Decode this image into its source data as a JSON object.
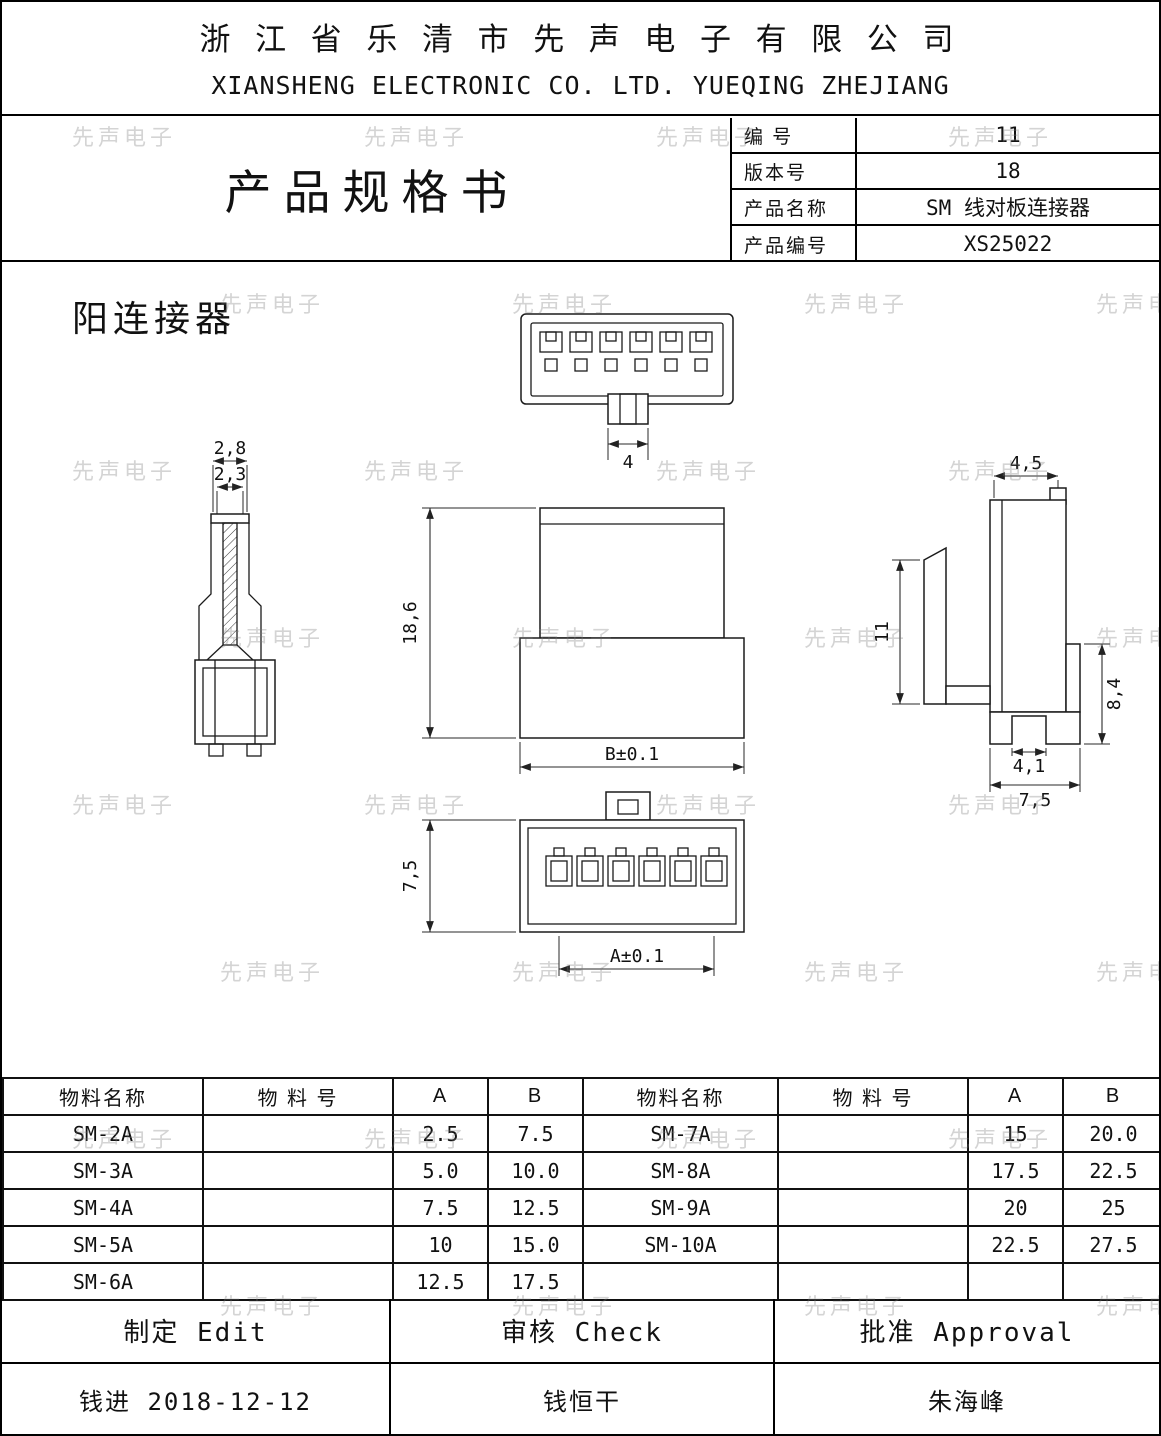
{
  "company": {
    "name_cn": "浙 江 省 乐 清 市 先 声 电 子 有 限 公 司",
    "name_en": "XIANSHENG ELECTRONIC CO. LTD. YUEQING ZHEJIANG"
  },
  "title_block": {
    "doc_title": "产品规格书",
    "fields": [
      {
        "label": "编  号",
        "value": "11"
      },
      {
        "label": "版本号",
        "value": "18"
      },
      {
        "label": "产品名称",
        "value": "SM  线对板连接器"
      },
      {
        "label": "产品编号",
        "value": "XS25022"
      }
    ]
  },
  "drawing": {
    "section_label": "阳连接器",
    "dims": {
      "latch_width": "4",
      "pin_outer": "2,8",
      "pin_inner": "2,3",
      "body_height": "18,6",
      "body_width": "B±0.1",
      "front_height": "7,5",
      "cavity_span": "A±0.1",
      "side_top_width": "4,5",
      "side_height": "11",
      "side_right_height": "8,4",
      "side_notch_width": "4,1",
      "side_bottom_width": "7,5"
    }
  },
  "watermark_text": "先声电子",
  "spec_table": {
    "headers": [
      "物料名称",
      "物 料 号",
      "A",
      "B",
      "物料名称",
      "物 料 号",
      "A",
      "B"
    ],
    "rows": [
      [
        "SM-2A",
        "",
        "2.5",
        "7.5",
        "SM-7A",
        "",
        "15",
        "20.0"
      ],
      [
        "SM-3A",
        "",
        "5.0",
        "10.0",
        "SM-8A",
        "",
        "17.5",
        "22.5"
      ],
      [
        "SM-4A",
        "",
        "7.5",
        "12.5",
        "SM-9A",
        "",
        "20",
        "25"
      ],
      [
        "SM-5A",
        "",
        "10",
        "15.0",
        "SM-10A",
        "",
        "22.5",
        "27.5"
      ],
      [
        "SM-6A",
        "",
        "12.5",
        "17.5",
        "",
        "",
        "",
        ""
      ]
    ]
  },
  "signoff": {
    "roles": [
      "制定  Edit",
      "审核  Check",
      "批准  Approval"
    ],
    "names": [
      "钱进  2018-12-12",
      "钱恒干",
      "朱海峰"
    ]
  }
}
